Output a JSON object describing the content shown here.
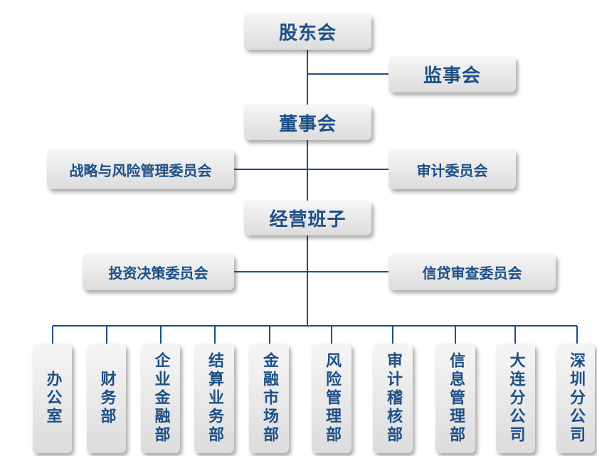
{
  "top": {
    "shareholders": "股东会",
    "supervisors": "监事会",
    "board": "董事会",
    "management": "经营班子"
  },
  "committees": {
    "strategy_risk": "战略与风险管理委员会",
    "audit": "审计委员会",
    "investment": "投资决策委员会",
    "credit": "信贷审查委员会"
  },
  "departments": [
    "办公室",
    "财务部",
    "企业金融部",
    "结算业务部",
    "金融市场部",
    "风险管理部",
    "审计稽核部",
    "信息管理部",
    "大连分公司",
    "深圳分公司"
  ],
  "colors": {
    "text": "#1d4f86",
    "line": "#1d4f86",
    "box_top": "#f6f6f6",
    "box_bottom": "#dcdcdc"
  }
}
